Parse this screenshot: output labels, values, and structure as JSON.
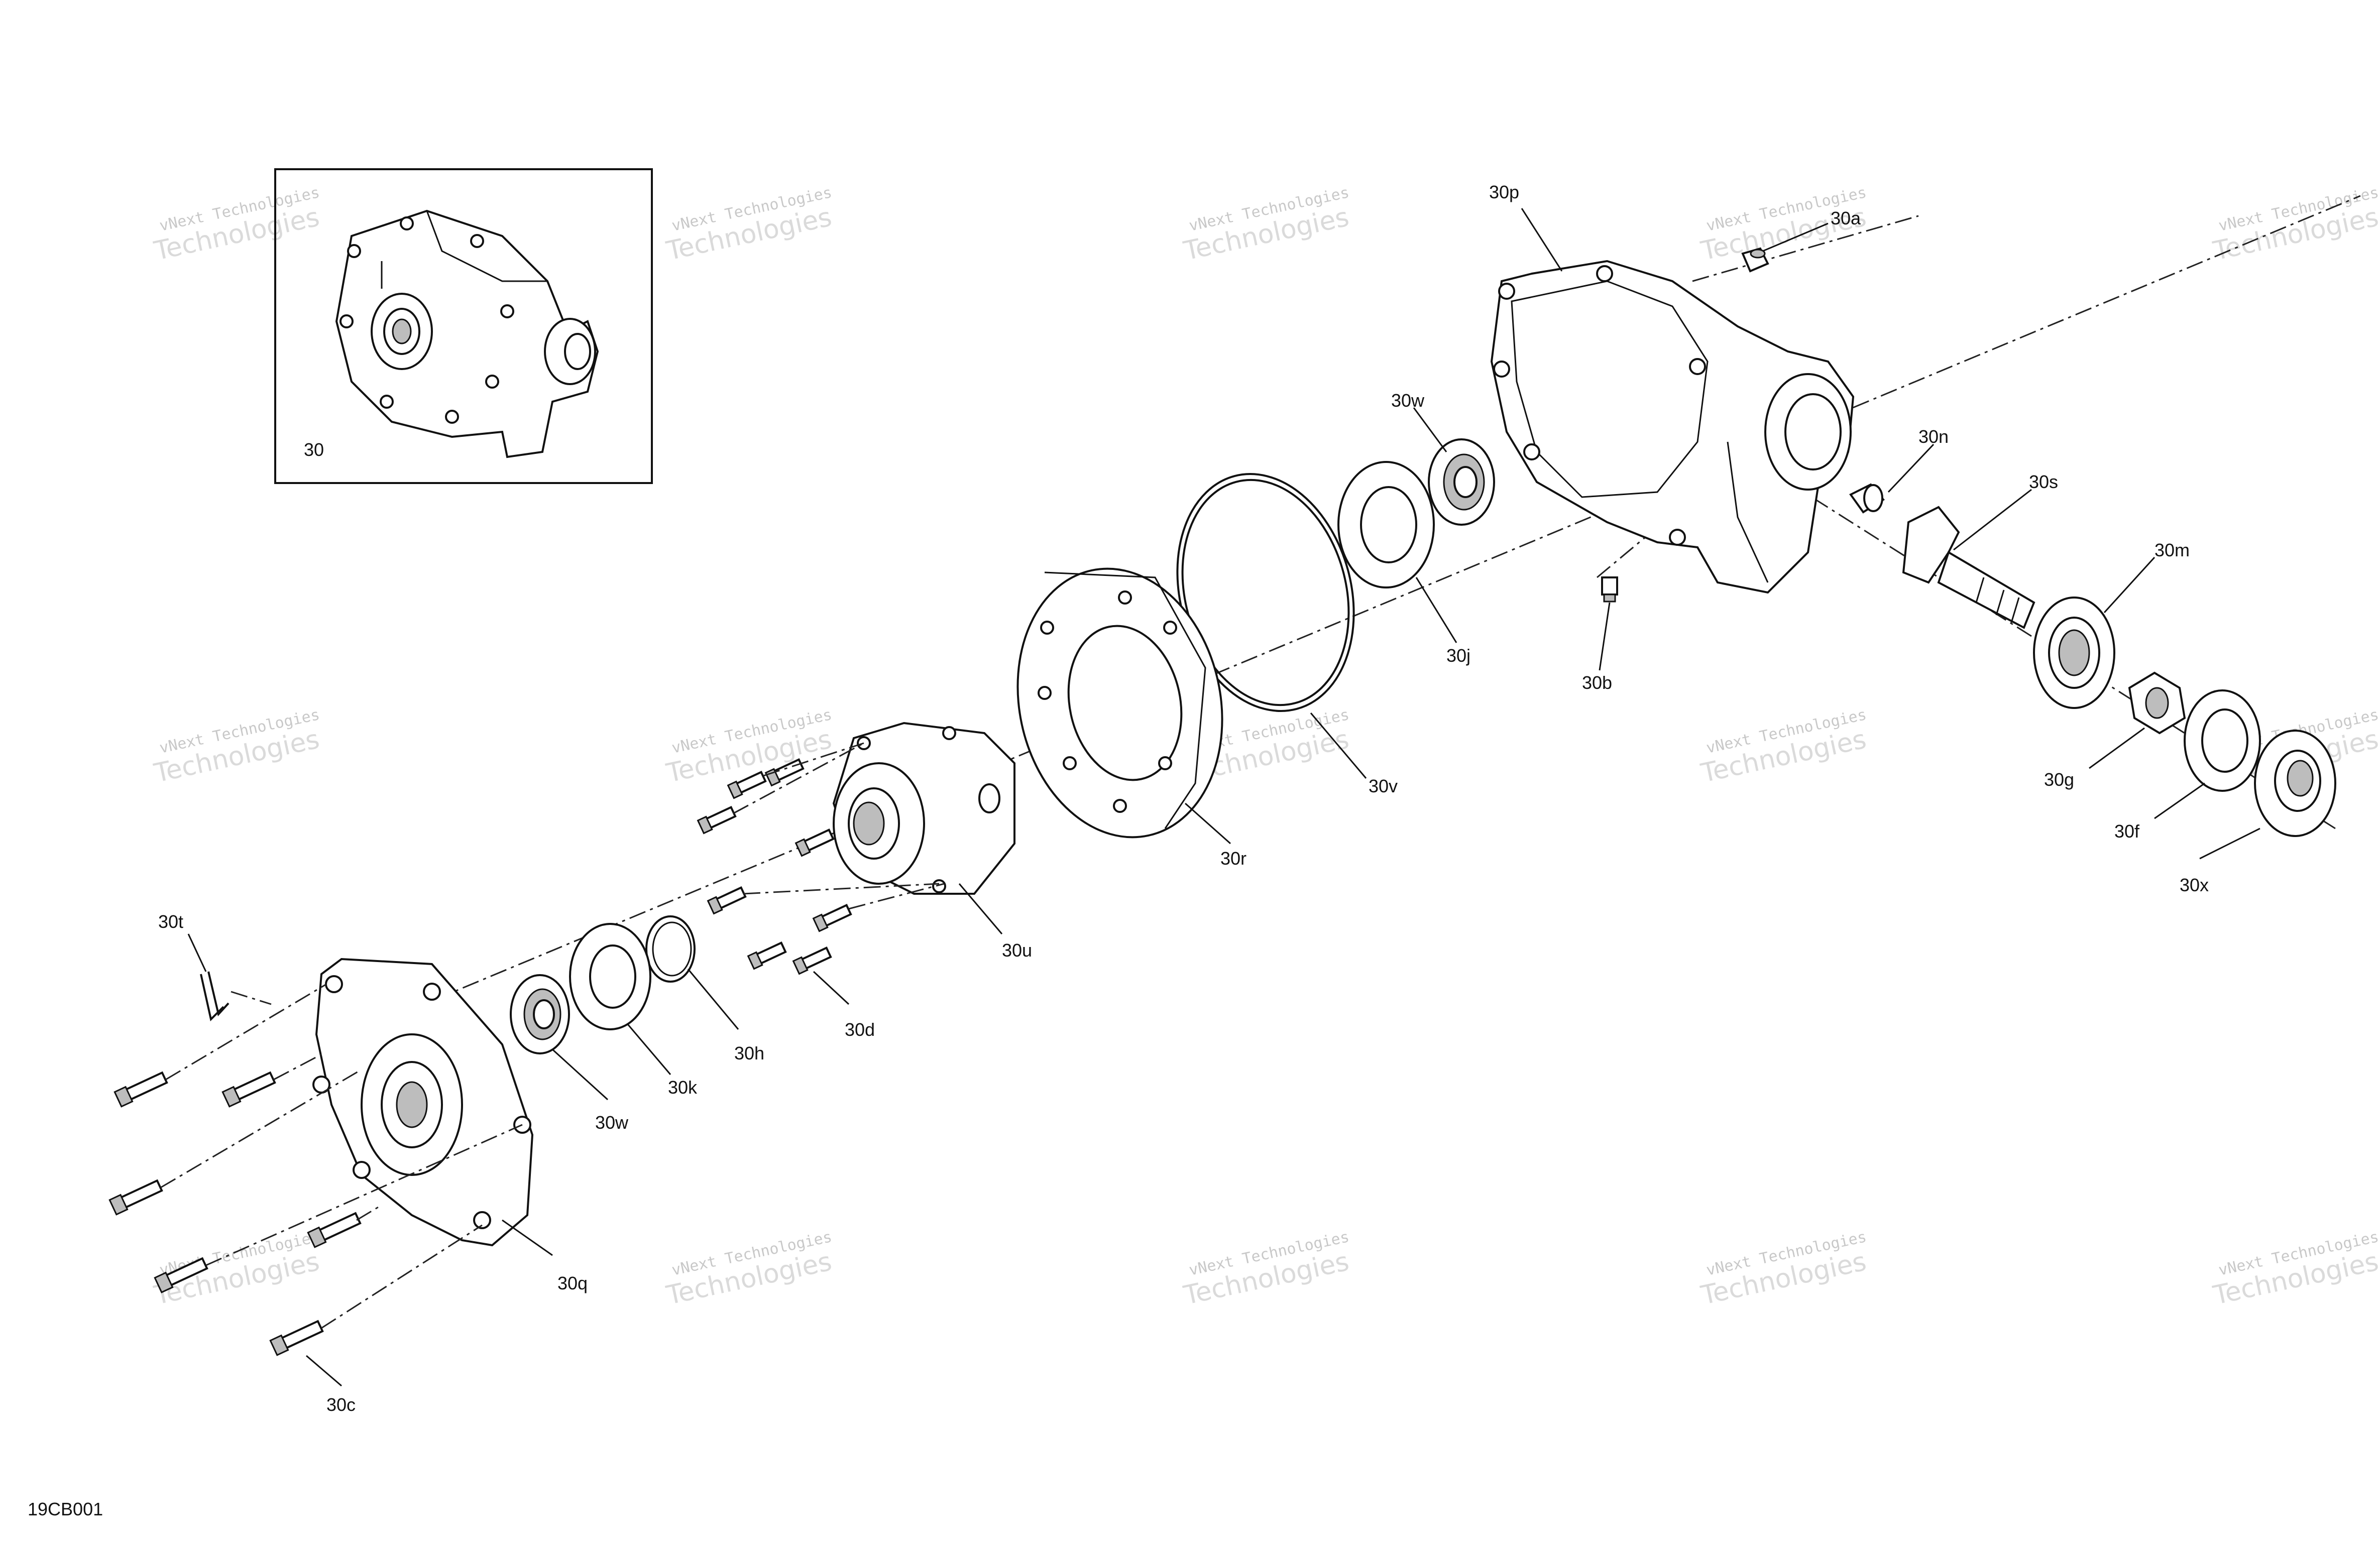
{
  "diagram_id": "19CB001",
  "watermark": {
    "line1": "vNext Technologies",
    "line2": "vNext Technologies",
    "line3": "Technologies"
  },
  "inset": {
    "label": "30"
  },
  "callouts": {
    "c30p": "30p",
    "c30a": "30a",
    "c30w_top": "30w",
    "c30n": "30n",
    "c30s": "30s",
    "c30m": "30m",
    "c30j": "30j",
    "c30b": "30b",
    "c30g": "30g",
    "c30f": "30f",
    "c30x": "30x",
    "c30v": "30v",
    "c30r": "30r",
    "c30u": "30u",
    "c30t": "30t",
    "c30d": "30d",
    "c30h": "30h",
    "c30k": "30k",
    "c30w_bottom": "30w",
    "c30q": "30q",
    "c30c": "30c"
  }
}
